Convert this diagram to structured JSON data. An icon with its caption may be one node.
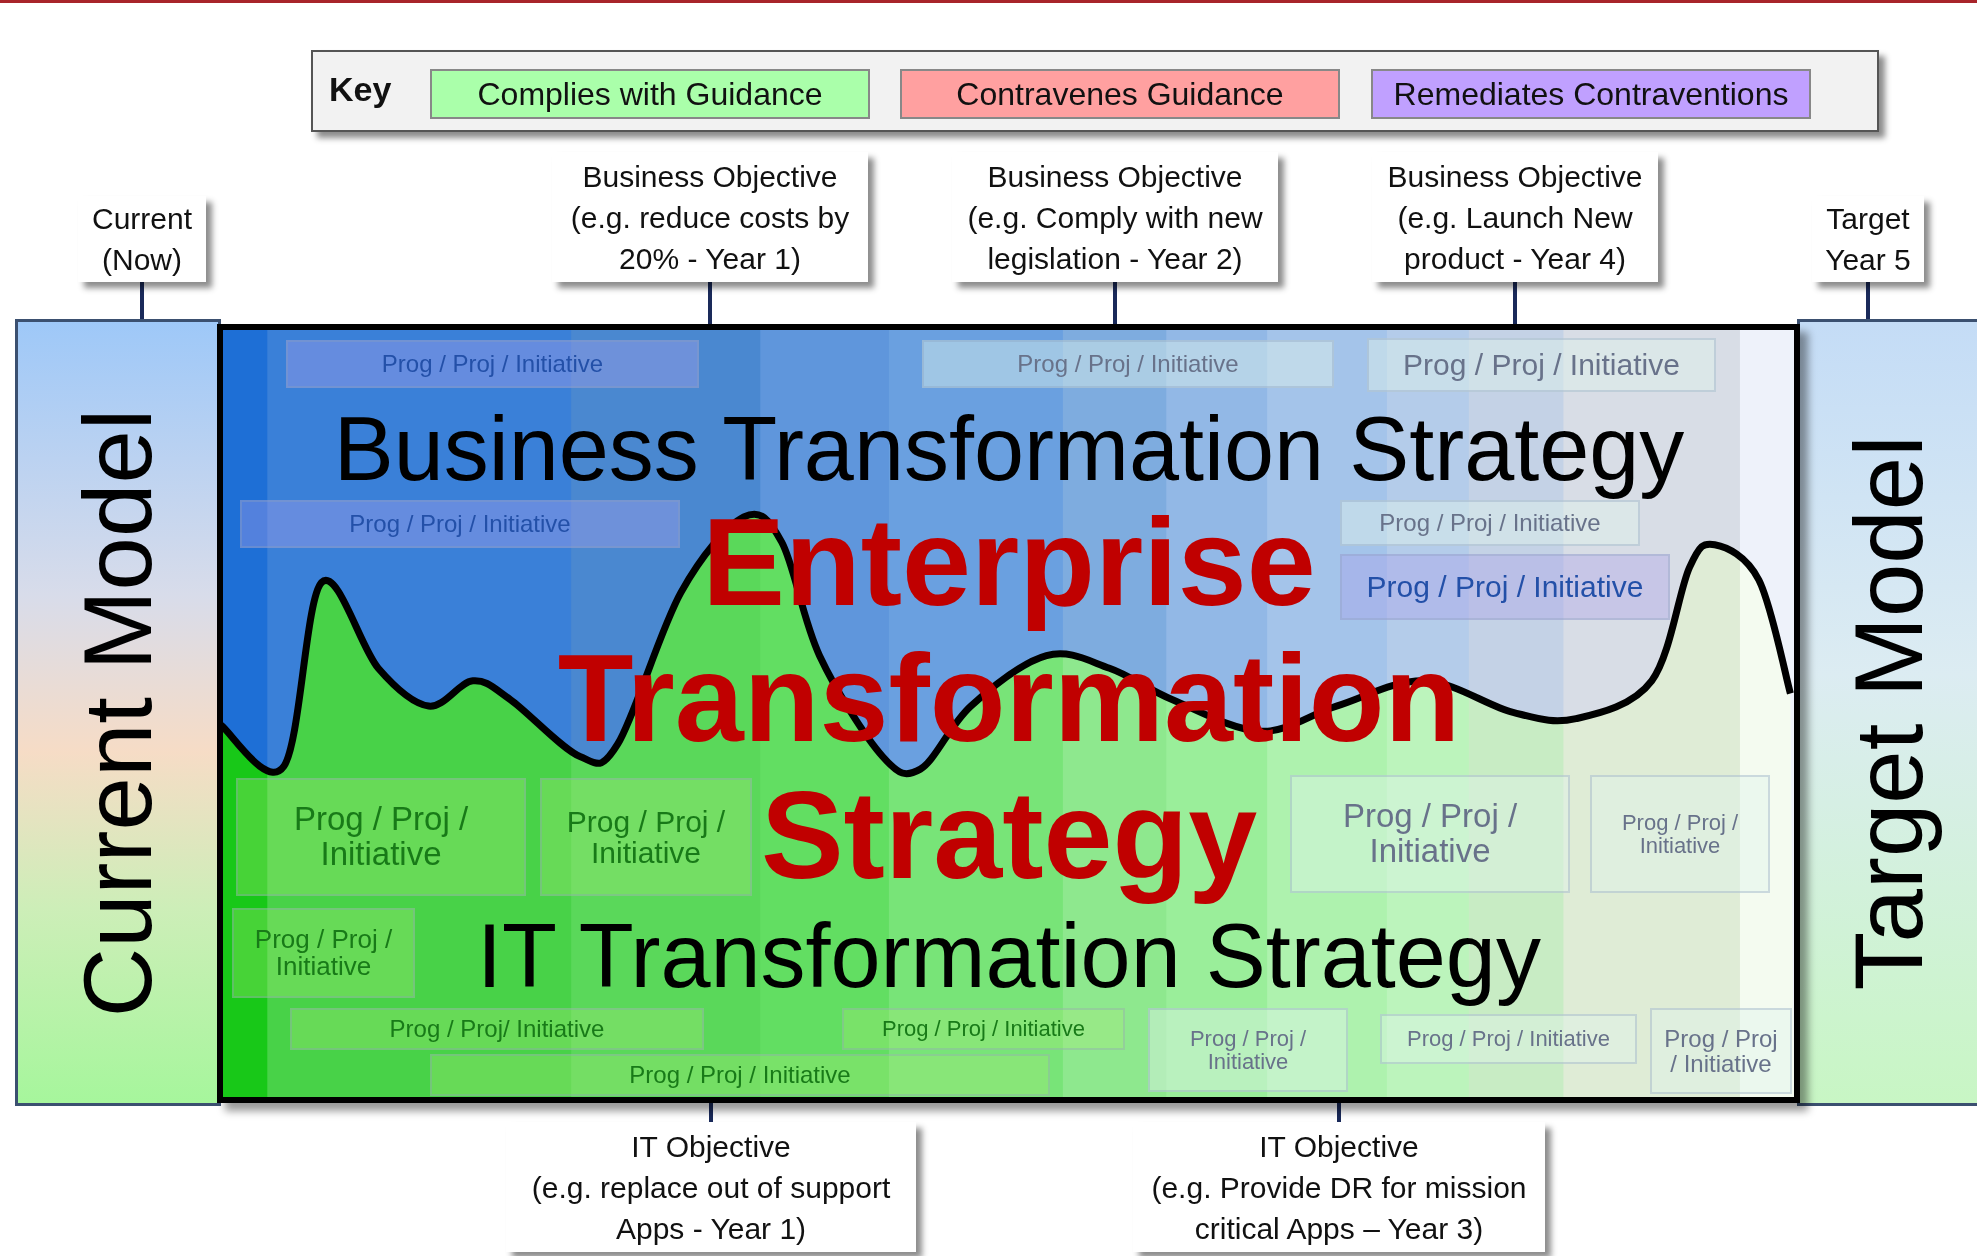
{
  "diagram": {
    "nodes": [
      {
        "text": [
          "Current (Now)"
        ]
      },
      {
        "text": [
          "Business Objective",
          "(e.g. reduce costs by 20% - Year 1)"
        ]
      },
      {
        "text": [
          "Business Objective",
          "(e.g. Comply with new legislation - Year 2)"
        ]
      },
      {
        "text": [
          "Business Objective",
          "(e.g. Launch New product - Year 4)"
        ]
      },
      {
        "text": [
          "Target Year 5"
        ]
      },
      {
        "text": [
          "Current Model"
        ]
      },
      {
        "text": [
          "Business Transformation Strategy",
          "Enterprise Transformation Strategy",
          "IT Transformation Strategy"
        ]
      },
      {
        "text": [
          "Prog / Proj / Initiative"
        ],
        "in": 6
      },
      {
        "text": [
          "Prog / Proj / Initiative"
        ],
        "in": 6
      },
      {
        "text": [
          "Prog / Proj / Initiative"
        ],
        "in": 6
      },
      {
        "text": [
          "Prog / Proj / Initiative"
        ],
        "in": 6
      },
      {
        "text": [
          "Prog / Proj / Initiative"
        ],
        "in": 6
      },
      {
        "text": [
          "Prog / Proj / Initiative"
        ],
        "in": 6
      },
      {
        "text": [
          "Prog / Proj / Initiative"
        ],
        "in": 6
      },
      {
        "text": [
          "Prog / Proj / Initiative"
        ],
        "in": 6
      },
      {
        "text": [
          "Prog / Proj / Initiative"
        ],
        "in": 6
      },
      {
        "text": [
          "Prog / Proj / Initiative"
        ],
        "in": 6
      },
      {
        "text": [
          "Prog / Proj / Initiative"
        ],
        "in": 6
      },
      {
        "text": [
          "Prog / Proj / Initiative"
        ],
        "in": 6
      },
      {
        "text": [
          "Prog / Proj / Initiative"
        ],
        "in": 6
      },
      {
        "text": [
          "Prog / Proj/ Initiative"
        ],
        "in": 6
      },
      {
        "text": [
          "Prog / Proj / Initiative"
        ],
        "in": 6
      },
      {
        "text": [
          "Prog / Proj / Initiative"
        ],
        "in": 6
      },
      {
        "text": [
          "Prog / Proj / Initiative"
        ],
        "in": 6
      },
      {
        "text": [
          "Target Model"
        ]
      },
      {
        "text": [
          "IT Objective",
          "(e.g. replace out of support Apps - Year 1)"
        ]
      },
      {
        "text": [
          "IT Objective",
          "(e.g. Provide DR for mission critical Apps – Year 3)"
        ]
      }
    ],
    "edges": [
      {
        "from": 0,
        "to": 5,
        "arrow": "none"
      },
      {
        "from": 1,
        "to": 6,
        "arrow": "none"
      },
      {
        "from": 2,
        "to": 6,
        "arrow": "none"
      },
      {
        "from": 3,
        "to": 6,
        "arrow": "none"
      },
      {
        "from": 4,
        "to": 24,
        "arrow": "none"
      },
      {
        "from": 25,
        "to": 6,
        "arrow": "none"
      },
      {
        "from": 26,
        "to": 6,
        "arrow": "none"
      }
    ],
    "labels": [
      "Key"
    ],
    "legend": [
      {
        "text": "Complies with Guidance",
        "color": "#aaffaa"
      },
      {
        "text": "Contravenes Guidance",
        "color": "#ffa0a0"
      },
      {
        "text": "Remediates Contraventions",
        "color": "#c0a0ff"
      }
    ]
  }
}
